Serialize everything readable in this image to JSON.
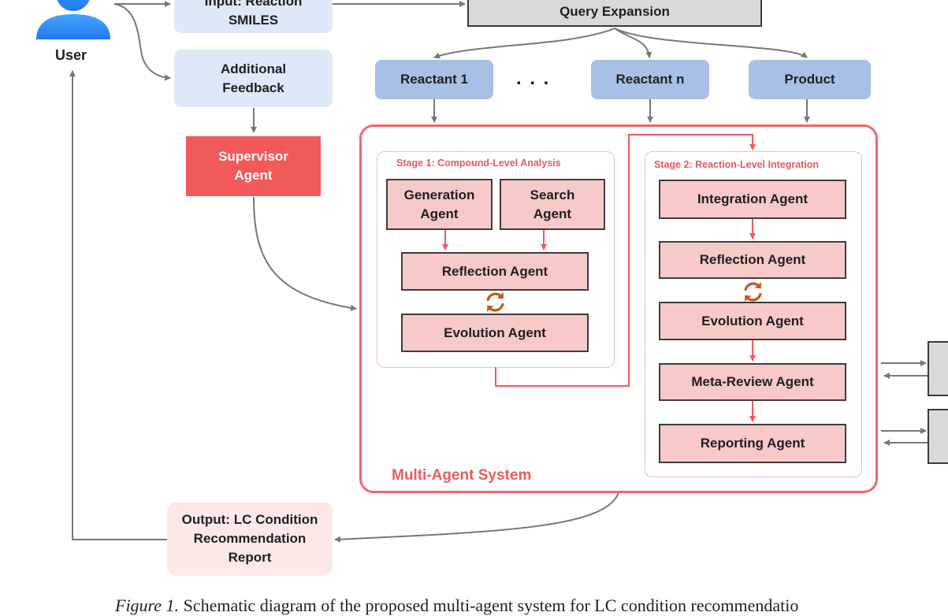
{
  "user": {
    "label": "User"
  },
  "input": {
    "label": "Input: Reaction\nSMILES"
  },
  "feedback": {
    "label": "Additional\nFeedback"
  },
  "query_expansion": {
    "label": "Query Expansion"
  },
  "reactants": {
    "r1": "Reactant 1",
    "ellipsis": ". . .",
    "rn": "Reactant n",
    "product": "Product"
  },
  "supervisor": {
    "label": "Supervisor\nAgent"
  },
  "stage1": {
    "title": "Stage 1: Compound-Level Analysis",
    "generation": "Generation\nAgent",
    "search": "Search\nAgent",
    "reflection": "Reflection Agent",
    "evolution": "Evolution Agent"
  },
  "stage2": {
    "title": "Stage 2: Reaction-Level Integration",
    "integration": "Integration Agent",
    "reflection": "Reflection Agent",
    "evolution": "Evolution Agent",
    "meta_review": "Meta-Review Agent",
    "reporting": "Reporting Agent"
  },
  "system": {
    "label": "Multi-Agent System"
  },
  "output": {
    "label": "Output: LC Condition\nRecommendation\nReport"
  },
  "caption": {
    "prefix": "Figure 1.",
    "text": " Schematic diagram of the proposed multi-agent system for LC condition recommendatio"
  },
  "colors": {
    "accent_red": "#f05a5b",
    "agent_fill": "#f8c9c9",
    "reactant_blue": "#a9c0e6",
    "input_blue": "#dde9f6",
    "output_pink": "#fde8e8",
    "arrow_grey": "#777777",
    "cycle_orange": "#c8571e"
  },
  "icons": {
    "user": "user-avatar-icon",
    "cycle": "refresh-cycle-icon"
  }
}
